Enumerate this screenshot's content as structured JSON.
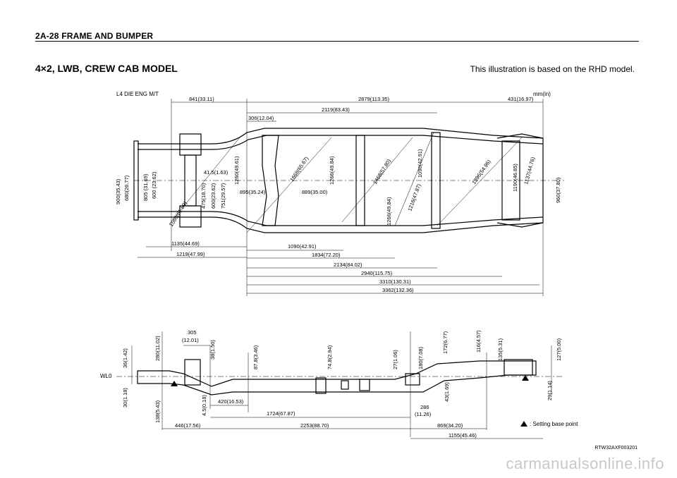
{
  "header": {
    "section": "2A-28  FRAME AND BUMPER"
  },
  "title": "4×2, LWB, CREW CAB MODEL",
  "note": "This illustration is based on the RHD model.",
  "engine_label": "L4 DIE ENG M/T",
  "unit_label": "mm(in)",
  "top_view": {
    "dim_841": "841(33.11)",
    "dim_2879": "2879(113.35)",
    "dim_431": "431(16.97)",
    "dim_2119": "2119(83.43)",
    "dim_306": "306(12.04)",
    "dim_900": "900(35.43)",
    "dim_680": "680(26.77)",
    "dim_805": "805 (31.69)",
    "dim_600a": "600 (23.62)",
    "dim_1560": "1560(61.69)",
    "dim_41": "41.5(1.63)",
    "dim_475": "475(18.70)",
    "dim_600b": "600(23.62)",
    "dim_751": "751(29.57)",
    "dim_1260": "1260(49.61)",
    "dim_895": "895(35.24)",
    "dim_889": "889(35.00)",
    "dim_1668": "1668(65.67)",
    "dim_1266a": "1266(49.84)",
    "dim_1266b": "1266(49.84)",
    "dim_1468": "1468(57.80)",
    "dim_1090v": "1090(42.91)",
    "dim_1216": "1216(47.87)",
    "dim_1396": "1396(54.96)",
    "dim_1190": "1190(46.85)",
    "dim_1137": "1137(44.76)",
    "dim_960": "960(37.80)",
    "dim_1135": "1135(44.69)",
    "dim_1219": "1219(47.99)",
    "dim_1090h": "1090(42.91)",
    "dim_1834": "1834(72.20)",
    "dim_2134": "2134(84.02)",
    "dim_2940": "2940(115.75)",
    "dim_3310": "3310(130.31)",
    "dim_3362": "3362(132.36)"
  },
  "side_view": {
    "wl0": "WL0",
    "dim_36": "36(1.42)",
    "dim_30": "30(1.18)",
    "dim_138": "138(5.43)",
    "dim_280": "280(11.02)",
    "dim_305a": "305",
    "dim_305b": "(12.01)",
    "dim_38": "38(1.50)",
    "dim_4_5": "4.5(0.18)",
    "dim_87": "87.8(3.46)",
    "dim_74": "74.8(2.94)",
    "dim_27": "27(1.06)",
    "dim_180": "180(7.08)",
    "dim_172": "172(6.77)",
    "dim_43": "43(1.69)",
    "dim_116": "116(4.57)",
    "dim_135": "135(5.31)",
    "dim_127": "127(5.00)",
    "dim_29": "29(1.14)",
    "dim_420": "420(16.53)",
    "dim_1724": "1724(67.87)",
    "dim_286a": "286",
    "dim_286b": "(11.26)",
    "dim_446": "446(17.56)",
    "dim_2253": "2253(88.70)",
    "dim_869": "869(34.20)",
    "dim_1155": "1155(45.46)",
    "setting_point": ": Setting base point"
  },
  "figure_code": "RTW32AXF003201",
  "watermark": "carmanualsonline.info"
}
